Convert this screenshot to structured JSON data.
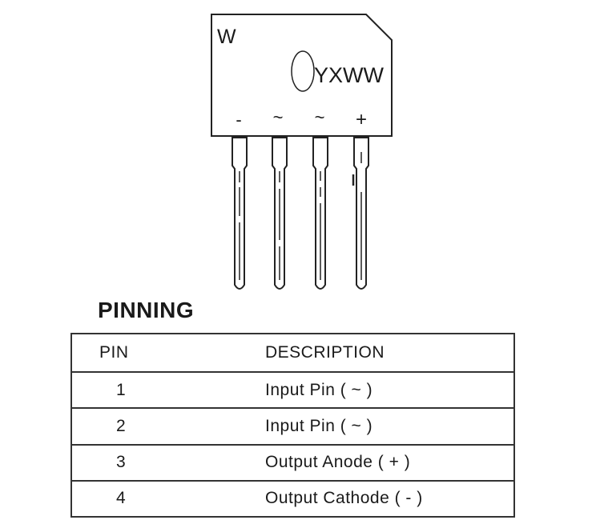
{
  "package": {
    "marking_top": "W",
    "marking_code": "YXWW",
    "terminals": [
      "-",
      "~",
      "~",
      "+"
    ]
  },
  "pinning": {
    "title": "PINNING",
    "headers": {
      "pin": "PIN",
      "description": "DESCRIPTION"
    },
    "rows": [
      {
        "pin": "1",
        "description": "Input Pin ( ~ )"
      },
      {
        "pin": "2",
        "description": "Input Pin ( ~ )"
      },
      {
        "pin": "3",
        "description": "Output Anode ( + )"
      },
      {
        "pin": "4",
        "description": "Output Cathode ( - )"
      }
    ]
  }
}
